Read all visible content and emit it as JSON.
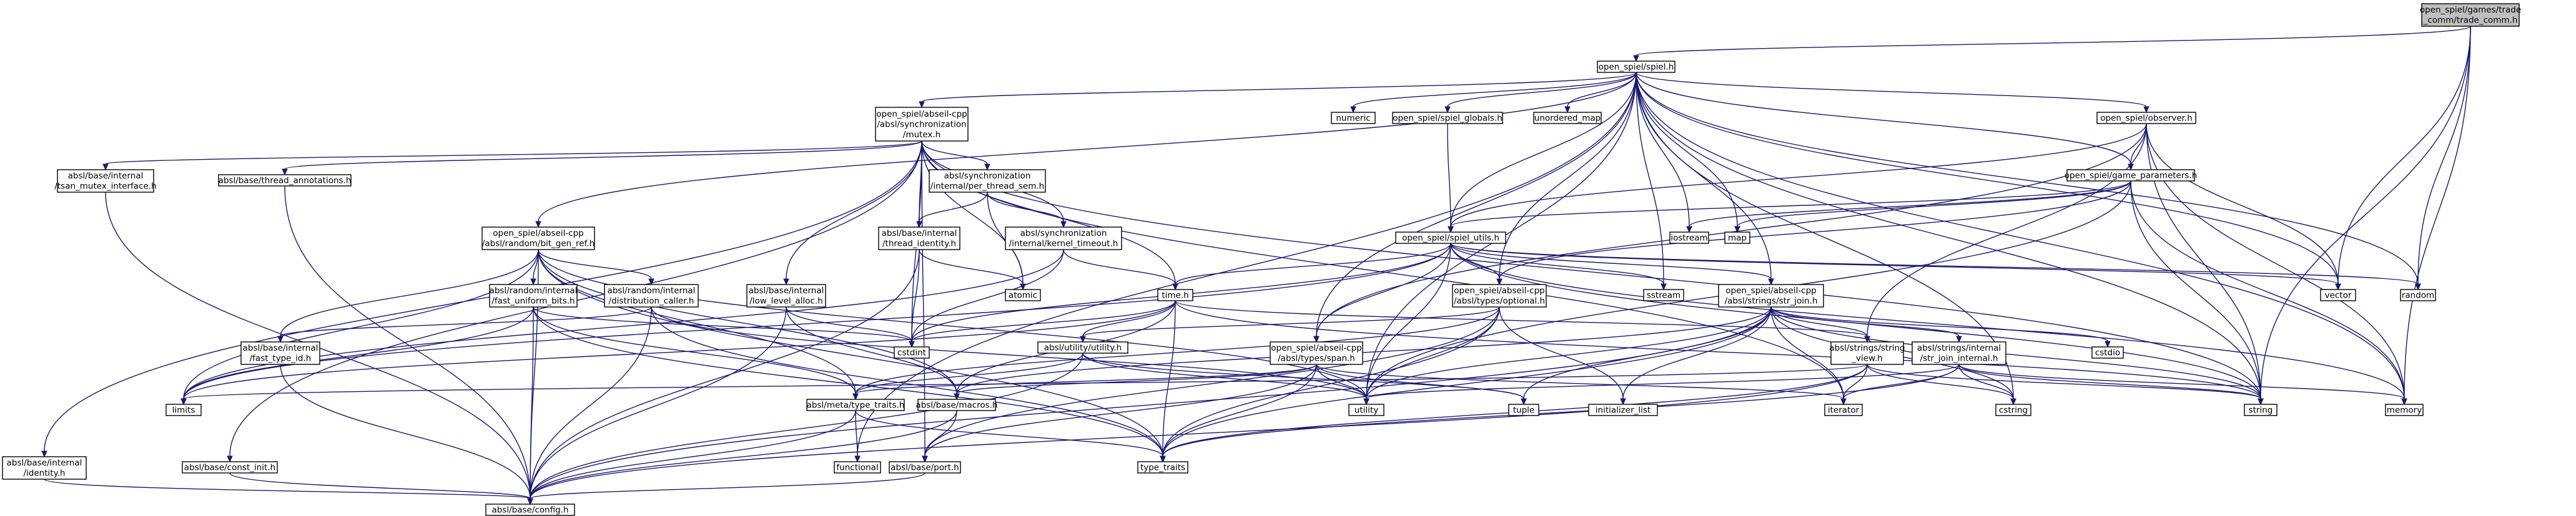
{
  "colors": {
    "edge": "#191970",
    "node_fill": "#ffffff",
    "root_fill": "#bfbfbf",
    "text_normal": "#000000",
    "text_link": "#000000",
    "text_red": "#ff0000",
    "stroke_red": "#ff0000"
  },
  "nodes": [
    {
      "id": "root",
      "lines": [
        "open_spiel/games/trade",
        "_comm/trade_comm.h"
      ],
      "style": "root"
    },
    {
      "id": "spiel",
      "lines": [
        "open_spiel/spiel.h"
      ],
      "style": "link"
    },
    {
      "id": "mutex",
      "lines": [
        "open_spiel/abseil-cpp",
        "/absl/synchronization",
        "/mutex.h"
      ],
      "style": "link"
    },
    {
      "id": "numeric",
      "lines": [
        "numeric"
      ],
      "style": "plain"
    },
    {
      "id": "globals",
      "lines": [
        "open_spiel/spiel_globals.h"
      ],
      "style": "link"
    },
    {
      "id": "unordered_map",
      "lines": [
        "unordered_map"
      ],
      "style": "plain"
    },
    {
      "id": "observer",
      "lines": [
        "open_spiel/observer.h"
      ],
      "style": "red"
    },
    {
      "id": "tsan",
      "lines": [
        "absl/base/internal",
        "/tsan_mutex_interface.h"
      ],
      "style": "link"
    },
    {
      "id": "thread_ann",
      "lines": [
        "absl/base/thread_annotations.h"
      ],
      "style": "red"
    },
    {
      "id": "per_thread_sem",
      "lines": [
        "absl/synchronization",
        "/internal/per_thread_sem.h"
      ],
      "style": "red"
    },
    {
      "id": "game_params",
      "lines": [
        "open_spiel/game_parameters.h"
      ],
      "style": "link"
    },
    {
      "id": "bit_gen_ref",
      "lines": [
        "open_spiel/abseil-cpp",
        "/absl/random/bit_gen_ref.h"
      ],
      "style": "link"
    },
    {
      "id": "thread_identity",
      "lines": [
        "absl/base/internal",
        "/thread_identity.h"
      ],
      "style": "red"
    },
    {
      "id": "kernel_timeout",
      "lines": [
        "absl/synchronization",
        "/internal/kernel_timeout.h"
      ],
      "style": "red"
    },
    {
      "id": "spiel_utils",
      "lines": [
        "open_spiel/spiel_utils.h"
      ],
      "style": "red"
    },
    {
      "id": "iostream",
      "lines": [
        "iostream"
      ],
      "style": "plain"
    },
    {
      "id": "map",
      "lines": [
        "map"
      ],
      "style": "plain"
    },
    {
      "id": "fast_uniform_bits",
      "lines": [
        "absl/random/internal",
        "/fast_uniform_bits.h"
      ],
      "style": "red"
    },
    {
      "id": "distribution_caller",
      "lines": [
        "absl/random/internal",
        "/distribution_caller.h"
      ],
      "style": "link"
    },
    {
      "id": "low_level_alloc",
      "lines": [
        "absl/base/internal",
        "/low_level_alloc.h"
      ],
      "style": "red"
    },
    {
      "id": "atomic",
      "lines": [
        "atomic"
      ],
      "style": "plain"
    },
    {
      "id": "time",
      "lines": [
        "time.h"
      ],
      "style": "red"
    },
    {
      "id": "optional",
      "lines": [
        "open_spiel/abseil-cpp",
        "/absl/types/optional.h"
      ],
      "style": "red"
    },
    {
      "id": "sstream",
      "lines": [
        "sstream"
      ],
      "style": "plain"
    },
    {
      "id": "str_join",
      "lines": [
        "open_spiel/abseil-cpp",
        "/absl/strings/str_join.h"
      ],
      "style": "link"
    },
    {
      "id": "vector",
      "lines": [
        "vector"
      ],
      "style": "plain"
    },
    {
      "id": "random",
      "lines": [
        "random"
      ],
      "style": "plain"
    },
    {
      "id": "fast_type_id",
      "lines": [
        "absl/base/internal",
        "/fast_type_id.h"
      ],
      "style": "link"
    },
    {
      "id": "cstdint",
      "lines": [
        "cstdint"
      ],
      "style": "plain"
    },
    {
      "id": "utility_h",
      "lines": [
        "absl/utility/utility.h"
      ],
      "style": "red"
    },
    {
      "id": "span",
      "lines": [
        "open_spiel/abseil-cpp",
        "/absl/types/span.h"
      ],
      "style": "red"
    },
    {
      "id": "string_view",
      "lines": [
        "absl/strings/string",
        "_view.h"
      ],
      "style": "red"
    },
    {
      "id": "str_join_internal",
      "lines": [
        "absl/strings/internal",
        "/str_join_internal.h"
      ],
      "style": "red"
    },
    {
      "id": "cstdio",
      "lines": [
        "cstdio"
      ],
      "style": "plain"
    },
    {
      "id": "limits",
      "lines": [
        "limits"
      ],
      "style": "plain"
    },
    {
      "id": "type_traits_h",
      "lines": [
        "absl/meta/type_traits.h"
      ],
      "style": "red"
    },
    {
      "id": "macros",
      "lines": [
        "absl/base/macros.h"
      ],
      "style": "red"
    },
    {
      "id": "utility",
      "lines": [
        "utility"
      ],
      "style": "plain"
    },
    {
      "id": "tuple",
      "lines": [
        "tuple"
      ],
      "style": "plain"
    },
    {
      "id": "initializer_list",
      "lines": [
        "initializer_list"
      ],
      "style": "plain"
    },
    {
      "id": "iterator",
      "lines": [
        "iterator"
      ],
      "style": "plain"
    },
    {
      "id": "cstring",
      "lines": [
        "cstring"
      ],
      "style": "plain"
    },
    {
      "id": "string",
      "lines": [
        "string"
      ],
      "style": "plain"
    },
    {
      "id": "memory",
      "lines": [
        "memory"
      ],
      "style": "plain"
    },
    {
      "id": "identity",
      "lines": [
        "absl/base/internal",
        "/identity.h"
      ],
      "style": "link"
    },
    {
      "id": "const_init",
      "lines": [
        "absl/base/const_init.h"
      ],
      "style": "link"
    },
    {
      "id": "functional",
      "lines": [
        "functional"
      ],
      "style": "plain"
    },
    {
      "id": "port",
      "lines": [
        "absl/base/port.h"
      ],
      "style": "red"
    },
    {
      "id": "type_traits",
      "lines": [
        "type_traits"
      ],
      "style": "plain"
    },
    {
      "id": "config",
      "lines": [
        "absl/base/config.h"
      ],
      "style": "red"
    }
  ],
  "edges": [
    [
      "root",
      "spiel"
    ],
    [
      "root",
      "vector"
    ],
    [
      "root",
      "random"
    ],
    [
      "root",
      "string"
    ],
    [
      "root",
      "memory"
    ],
    [
      "spiel",
      "mutex"
    ],
    [
      "spiel",
      "numeric"
    ],
    [
      "spiel",
      "globals"
    ],
    [
      "spiel",
      "unordered_map"
    ],
    [
      "spiel",
      "observer"
    ],
    [
      "spiel",
      "game_params"
    ],
    [
      "spiel",
      "bit_gen_ref"
    ],
    [
      "spiel",
      "spiel_utils"
    ],
    [
      "spiel",
      "iostream"
    ],
    [
      "spiel",
      "map"
    ],
    [
      "spiel",
      "optional"
    ],
    [
      "spiel",
      "sstream"
    ],
    [
      "spiel",
      "str_join"
    ],
    [
      "spiel",
      "vector"
    ],
    [
      "spiel",
      "random"
    ],
    [
      "spiel",
      "span"
    ],
    [
      "spiel",
      "utility"
    ],
    [
      "spiel",
      "string"
    ],
    [
      "spiel",
      "memory"
    ],
    [
      "spiel",
      "functional"
    ],
    [
      "spiel",
      "cstring"
    ],
    [
      "mutex",
      "tsan"
    ],
    [
      "mutex",
      "thread_ann"
    ],
    [
      "mutex",
      "per_thread_sem"
    ],
    [
      "mutex",
      "thread_identity"
    ],
    [
      "mutex",
      "kernel_timeout"
    ],
    [
      "mutex",
      "low_level_alloc"
    ],
    [
      "mutex",
      "atomic"
    ],
    [
      "mutex",
      "time"
    ],
    [
      "mutex",
      "cstdint"
    ],
    [
      "mutex",
      "string"
    ],
    [
      "mutex",
      "const_init"
    ],
    [
      "mutex",
      "identity"
    ],
    [
      "mutex",
      "port"
    ],
    [
      "mutex",
      "iterator"
    ],
    [
      "globals",
      "spiel_utils"
    ],
    [
      "observer",
      "game_params"
    ],
    [
      "observer",
      "spiel_utils"
    ],
    [
      "observer",
      "span"
    ],
    [
      "observer",
      "string_view"
    ],
    [
      "observer",
      "vector"
    ],
    [
      "observer",
      "string"
    ],
    [
      "observer",
      "memory"
    ],
    [
      "tsan",
      "config"
    ],
    [
      "thread_ann",
      "config"
    ],
    [
      "per_thread_sem",
      "thread_identity"
    ],
    [
      "per_thread_sem",
      "kernel_timeout"
    ],
    [
      "per_thread_sem",
      "atomic"
    ],
    [
      "game_params",
      "spiel_utils"
    ],
    [
      "game_params",
      "iostream"
    ],
    [
      "game_params",
      "map"
    ],
    [
      "game_params",
      "optional"
    ],
    [
      "game_params",
      "string"
    ],
    [
      "game_params",
      "utility"
    ],
    [
      "game_params",
      "memory"
    ],
    [
      "bit_gen_ref",
      "fast_uniform_bits"
    ],
    [
      "bit_gen_ref",
      "distribution_caller"
    ],
    [
      "bit_gen_ref",
      "fast_type_id"
    ],
    [
      "bit_gen_ref",
      "type_traits_h"
    ],
    [
      "bit_gen_ref",
      "macros"
    ],
    [
      "bit_gen_ref",
      "limits"
    ],
    [
      "bit_gen_ref",
      "type_traits"
    ],
    [
      "bit_gen_ref",
      "utility"
    ],
    [
      "bit_gen_ref",
      "config"
    ],
    [
      "thread_identity",
      "atomic"
    ],
    [
      "thread_identity",
      "cstdint"
    ],
    [
      "thread_identity",
      "config"
    ],
    [
      "kernel_timeout",
      "time"
    ],
    [
      "kernel_timeout",
      "cstdint"
    ],
    [
      "kernel_timeout",
      "limits"
    ],
    [
      "spiel_utils",
      "time"
    ],
    [
      "spiel_utils",
      "optional"
    ],
    [
      "spiel_utils",
      "sstream"
    ],
    [
      "spiel_utils",
      "str_join"
    ],
    [
      "spiel_utils",
      "vector"
    ],
    [
      "spiel_utils",
      "random"
    ],
    [
      "spiel_utils",
      "span"
    ],
    [
      "spiel_utils",
      "cstdint"
    ],
    [
      "spiel_utils",
      "string"
    ],
    [
      "spiel_utils",
      "utility"
    ],
    [
      "spiel_utils",
      "limits"
    ],
    [
      "spiel_utils",
      "memory"
    ],
    [
      "fast_uniform_bits",
      "cstdint"
    ],
    [
      "fast_uniform_bits",
      "limits"
    ],
    [
      "fast_uniform_bits",
      "type_traits_h"
    ],
    [
      "fast_uniform_bits",
      "type_traits"
    ],
    [
      "fast_uniform_bits",
      "config"
    ],
    [
      "distribution_caller",
      "utility"
    ],
    [
      "distribution_caller",
      "fast_type_id"
    ],
    [
      "distribution_caller",
      "type_traits"
    ],
    [
      "distribution_caller",
      "config"
    ],
    [
      "low_level_alloc",
      "cstdint"
    ],
    [
      "low_level_alloc",
      "macros"
    ],
    [
      "low_level_alloc",
      "config"
    ],
    [
      "time",
      "utility_h"
    ],
    [
      "time",
      "macros"
    ],
    [
      "time",
      "string_view"
    ],
    [
      "time",
      "type_traits"
    ],
    [
      "time",
      "cstdint"
    ],
    [
      "time",
      "limits"
    ],
    [
      "time",
      "string"
    ],
    [
      "optional",
      "utility_h"
    ],
    [
      "optional",
      "type_traits_h"
    ],
    [
      "optional",
      "utility"
    ],
    [
      "optional",
      "initializer_list"
    ],
    [
      "optional",
      "type_traits"
    ],
    [
      "optional",
      "port"
    ],
    [
      "str_join",
      "string_view"
    ],
    [
      "str_join",
      "str_join_internal"
    ],
    [
      "str_join",
      "cstdio"
    ],
    [
      "str_join",
      "cstring"
    ],
    [
      "str_join",
      "iterator"
    ],
    [
      "str_join",
      "initializer_list"
    ],
    [
      "str_join",
      "string"
    ],
    [
      "str_join",
      "tuple"
    ],
    [
      "str_join",
      "utility"
    ],
    [
      "str_join",
      "type_traits"
    ],
    [
      "str_join",
      "macros"
    ],
    [
      "str_join",
      "config"
    ],
    [
      "fast_type_id",
      "config"
    ],
    [
      "utility_h",
      "type_traits_h"
    ],
    [
      "utility_h",
      "utility"
    ],
    [
      "utility_h",
      "tuple"
    ],
    [
      "utility_h",
      "config"
    ],
    [
      "span",
      "type_traits_h"
    ],
    [
      "span",
      "macros"
    ],
    [
      "span",
      "port"
    ],
    [
      "span",
      "utility"
    ],
    [
      "span",
      "tuple"
    ],
    [
      "span",
      "iterator"
    ],
    [
      "span",
      "type_traits"
    ],
    [
      "string_view",
      "config"
    ],
    [
      "string_view",
      "cstring"
    ],
    [
      "string_view",
      "iterator"
    ],
    [
      "string_view",
      "limits"
    ],
    [
      "string_view",
      "string"
    ],
    [
      "string_view",
      "type_traits"
    ],
    [
      "str_join_internal",
      "string_view"
    ],
    [
      "str_join_internal",
      "type_traits"
    ],
    [
      "str_join_internal",
      "cstring"
    ],
    [
      "str_join_internal",
      "iterator"
    ],
    [
      "str_join_internal",
      "memory"
    ],
    [
      "str_join_internal",
      "string"
    ],
    [
      "str_join_internal",
      "utility"
    ],
    [
      "type_traits_h",
      "functional"
    ],
    [
      "type_traits_h",
      "type_traits"
    ],
    [
      "type_traits_h",
      "config"
    ],
    [
      "macros",
      "port"
    ],
    [
      "macros",
      "config"
    ],
    [
      "identity",
      "config"
    ],
    [
      "const_init",
      "config"
    ],
    [
      "port",
      "config"
    ]
  ]
}
